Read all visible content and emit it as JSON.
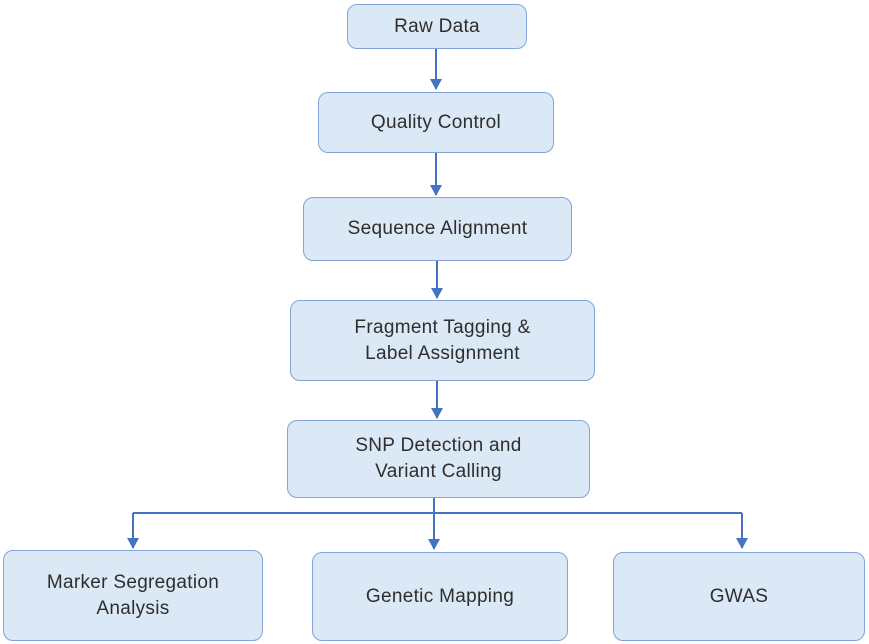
{
  "diagram": {
    "type": "flowchart",
    "background": "#ffffff",
    "colors": {
      "node_fill": "#dbe8f6",
      "node_border": "#84a3d6",
      "arrow": "#4472c4",
      "text": "#2e2e2e"
    },
    "nodes": [
      {
        "id": "raw-data",
        "label": "Raw Data"
      },
      {
        "id": "quality-control",
        "label": "Quality Control"
      },
      {
        "id": "sequence-alignment",
        "label": "Sequence Alignment"
      },
      {
        "id": "fragment-tagging",
        "label": "Fragment Tagging &\nLabel Assignment"
      },
      {
        "id": "snp-detection",
        "label": "SNP Detection and\nVariant Calling"
      },
      {
        "id": "marker-segregation",
        "label": "Marker Segregation\nAnalysis"
      },
      {
        "id": "genetic-mapping",
        "label": "Genetic Mapping"
      },
      {
        "id": "gwas",
        "label": "GWAS"
      }
    ],
    "edges": [
      {
        "from": "raw-data",
        "to": "quality-control"
      },
      {
        "from": "quality-control",
        "to": "sequence-alignment"
      },
      {
        "from": "sequence-alignment",
        "to": "fragment-tagging"
      },
      {
        "from": "fragment-tagging",
        "to": "snp-detection"
      },
      {
        "from": "snp-detection",
        "to": "marker-segregation"
      },
      {
        "from": "snp-detection",
        "to": "genetic-mapping"
      },
      {
        "from": "snp-detection",
        "to": "gwas"
      }
    ]
  }
}
